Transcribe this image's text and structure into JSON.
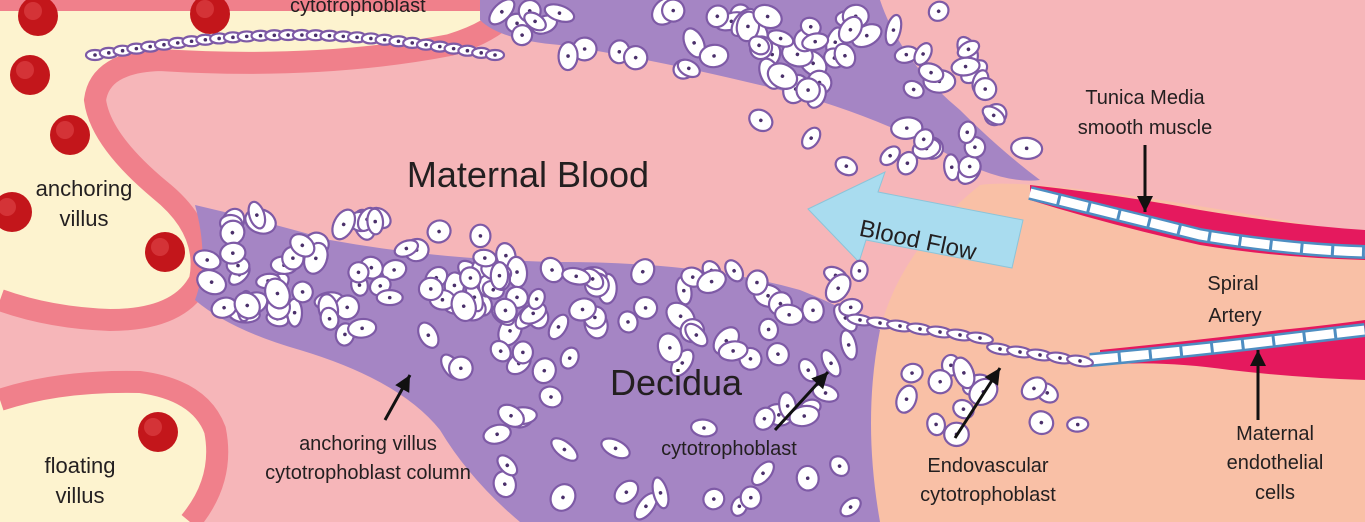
{
  "labels": {
    "top_cut": "cytotrophoblast",
    "maternal_blood": "Maternal Blood",
    "anchoring_villus_1": "anchoring",
    "anchoring_villus_2": "villus",
    "floating_villus_1": "floating",
    "floating_villus_2": "villus",
    "blood_flow": "Blood Flow",
    "tunica_1": "Tunica Media",
    "tunica_2": "smooth muscle",
    "spiral_1": "Spiral",
    "spiral_2": "Artery",
    "decidua": "Decidua",
    "column_1": "anchoring villus",
    "column_2": "cytotrophoblast column",
    "cytotrophoblast": "cytotrophoblast",
    "endovascular_1": "Endovascular",
    "endovascular_2": "cytotrophoblast",
    "endothelial_1": "Maternal",
    "endothelial_2": "endothelial",
    "endothelial_3": "cells"
  },
  "colors": {
    "villus_bg": "#fdf3cf",
    "maternal_blood": "#f6b6b9",
    "decidua": "#f9c0a6",
    "cyto_purple": "#a585c4",
    "cell_outline": "#7e5aa6",
    "rbc": "#c3161b",
    "smooth_muscle": "#e5195e",
    "endothelium": "#4e8ec2",
    "arrow_blue": "#a9dcef"
  }
}
